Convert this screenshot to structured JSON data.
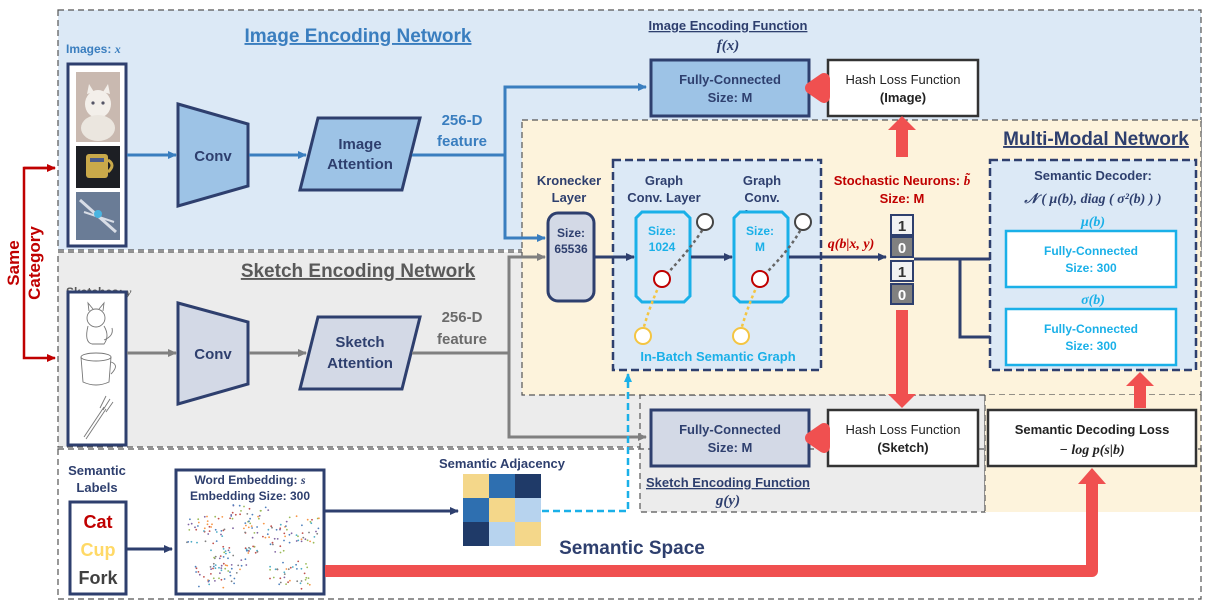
{
  "sections": {
    "image_network": "Image Encoding Network",
    "sketch_network": "Sketch Encoding Network",
    "multimodal": "Multi-Modal Network",
    "semantic_space": "Semantic Space"
  },
  "same_category": [
    "Same",
    "Category"
  ],
  "images": {
    "label": "Images:",
    "var": "x"
  },
  "sketches": {
    "label": "Sketches:",
    "var": "y"
  },
  "conv_label": "Conv",
  "image_attention": [
    "Image",
    "Attention"
  ],
  "sketch_attention": [
    "Sketch",
    "Attention"
  ],
  "feature_256": [
    "256-D",
    "feature"
  ],
  "image_enc_fn": {
    "title": "Image Encoding Function",
    "formula": "f(x)"
  },
  "sketch_enc_fn": {
    "title": "Sketch Encoding Function",
    "formula": "g(y)"
  },
  "fc_m": [
    "Fully-Connected",
    "Size: M"
  ],
  "hash_loss_image": [
    "Hash Loss Function",
    "(Image)"
  ],
  "hash_loss_sketch": [
    "Hash Loss Function",
    "(Sketch)"
  ],
  "kronecker": {
    "title": [
      "Kronecker",
      "Layer"
    ],
    "size": [
      "Size:",
      "65536"
    ]
  },
  "gcl1": {
    "title": [
      "Graph",
      "Conv. Layer"
    ],
    "size": [
      "Size:",
      "1024"
    ]
  },
  "gcl2": {
    "title": [
      "Graph",
      "Conv.",
      "Layer"
    ],
    "size": [
      "Size:",
      "M"
    ]
  },
  "in_batch_graph": "In-Batch Semantic Graph",
  "stochastic": {
    "title": "Stochastic Neurons:",
    "var": "b̃",
    "size": "Size: M"
  },
  "q_formula": "q(b|x, y)",
  "bits": [
    "1",
    "0",
    "1",
    "0"
  ],
  "decoder": {
    "title": "Semantic Decoder:",
    "formula": "𝒩 ( μ(b), diag ( σ²(b) ) )",
    "mu": "μ(b)",
    "sigma": "σ(b)",
    "fc": [
      "Fully-Connected",
      "Size: 300"
    ]
  },
  "decoding_loss": {
    "title": "Semantic Decoding Loss",
    "formula": "− log p(s|b)"
  },
  "semantic_labels": {
    "title": [
      "Semantic",
      "Labels"
    ],
    "items": [
      "Cat",
      "Cup",
      "Fork"
    ]
  },
  "word_embedding": {
    "title": "Word Embedding:",
    "var": "s",
    "size": "Embedding Size: 300"
  },
  "semantic_adjacency": "Semantic Adjacency",
  "colors": {
    "image_bg": "#dce9f6",
    "sketch_bg": "#ececec",
    "multimodal_bg": "#fdf3dc",
    "dark_navy": "#2e3f6e",
    "blue_text": "#3a7ebf",
    "cyan": "#1ab0e8",
    "red_arrow": "#f05050",
    "dark_red": "#c00000",
    "gray_arrow": "#888888",
    "cat": "#c00000",
    "cup": "#ffd966",
    "fork": "#404040"
  }
}
